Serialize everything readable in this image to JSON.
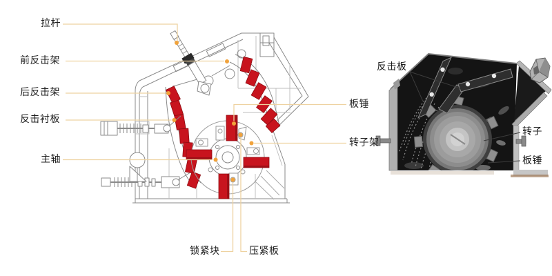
{
  "schematic": {
    "labels": {
      "tie_rod": "拉杆",
      "front_impact_frame": "前反击架",
      "rear_impact_frame": "后反击架",
      "impact_liner_plate": "反击衬板",
      "main_shaft": "主轴",
      "plate_hammer": "板锤",
      "rotor_frame": "转子架",
      "locking_block": "锁紧块",
      "pressing_plate": "压紧板"
    }
  },
  "photo": {
    "labels": {
      "impact_plate": "反击板",
      "rotor": "转子",
      "plate_hammer": "板锤"
    }
  },
  "colors": {
    "highlight_red": "#c8141e",
    "highlight_red_dark": "#8e0d13",
    "leader_line": "#eed2a0",
    "marker_dot": "#f1a33c",
    "label_text": "#1c1c1c"
  }
}
